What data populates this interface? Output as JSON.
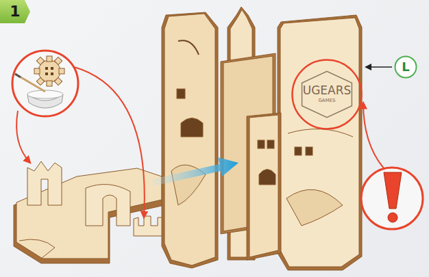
{
  "diagram": {
    "nodes": [
      {
        "text": [
          "1"
        ]
      },
      {
        "text": [
          "L"
        ]
      },
      {
        "text": [
          "UGEARS",
          "GAMES"
        ]
      }
    ]
  }
}
